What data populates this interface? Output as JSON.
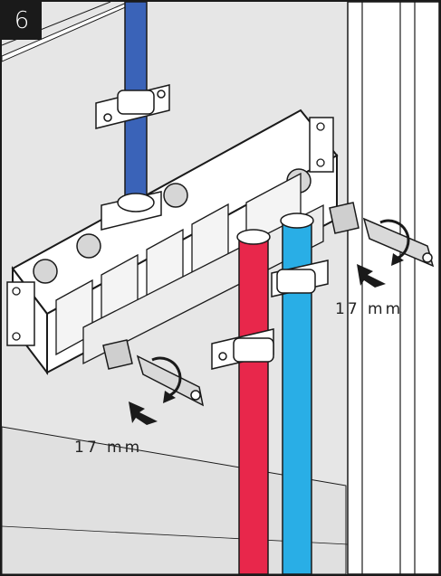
{
  "step": {
    "number": "6"
  },
  "annotations": {
    "wrench_size_right": "17 mm",
    "wrench_size_left": "17 mm"
  },
  "colors": {
    "hot_pipe": "#e8274b",
    "cold_pipe": "#29aee6",
    "supply_pipe": "#3a63b8",
    "wall": "#e6e6e6",
    "outline": "#1a1a1a",
    "badge": "#1a1a1a"
  },
  "icons": [
    "arrow-icon",
    "wrench-icon",
    "pipe-clamp-icon"
  ]
}
